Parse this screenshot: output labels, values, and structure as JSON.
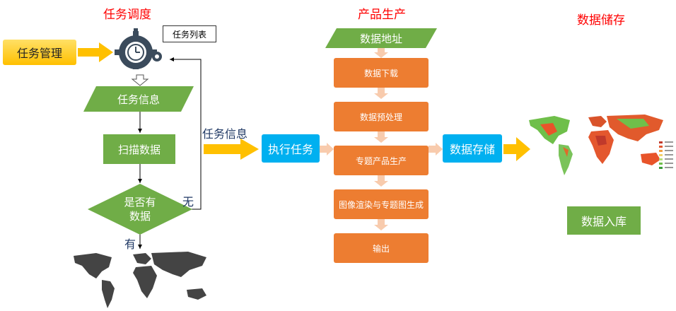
{
  "sections": {
    "schedule_title": "任务调度",
    "production_title": "产品生产",
    "storage_title": "数据储存"
  },
  "schedule": {
    "task_manage": "任务管理",
    "task_list": "任务列表",
    "task_info": "任务信息",
    "scan_data": "扫描数据",
    "has_data_q": "是否有\n数据",
    "no_label": "无",
    "yes_label": "有"
  },
  "flow": {
    "task_info_arrow": "任务信息",
    "execute_task": "执行任务",
    "data_storage": "数据存储",
    "data_into_db": "数据入库"
  },
  "production": {
    "data_address": "数据地址",
    "steps": [
      "数据下载",
      "数据预处理",
      "专题产品生产",
      "图像渲染与专题图生成",
      "输出"
    ]
  },
  "colors": {
    "green": "#70ad47",
    "orange": "#ed7d31",
    "blue": "#00b0f0",
    "gold": "#ffc000",
    "title_red": "#ff0000",
    "gear": "#3b4b5c"
  }
}
